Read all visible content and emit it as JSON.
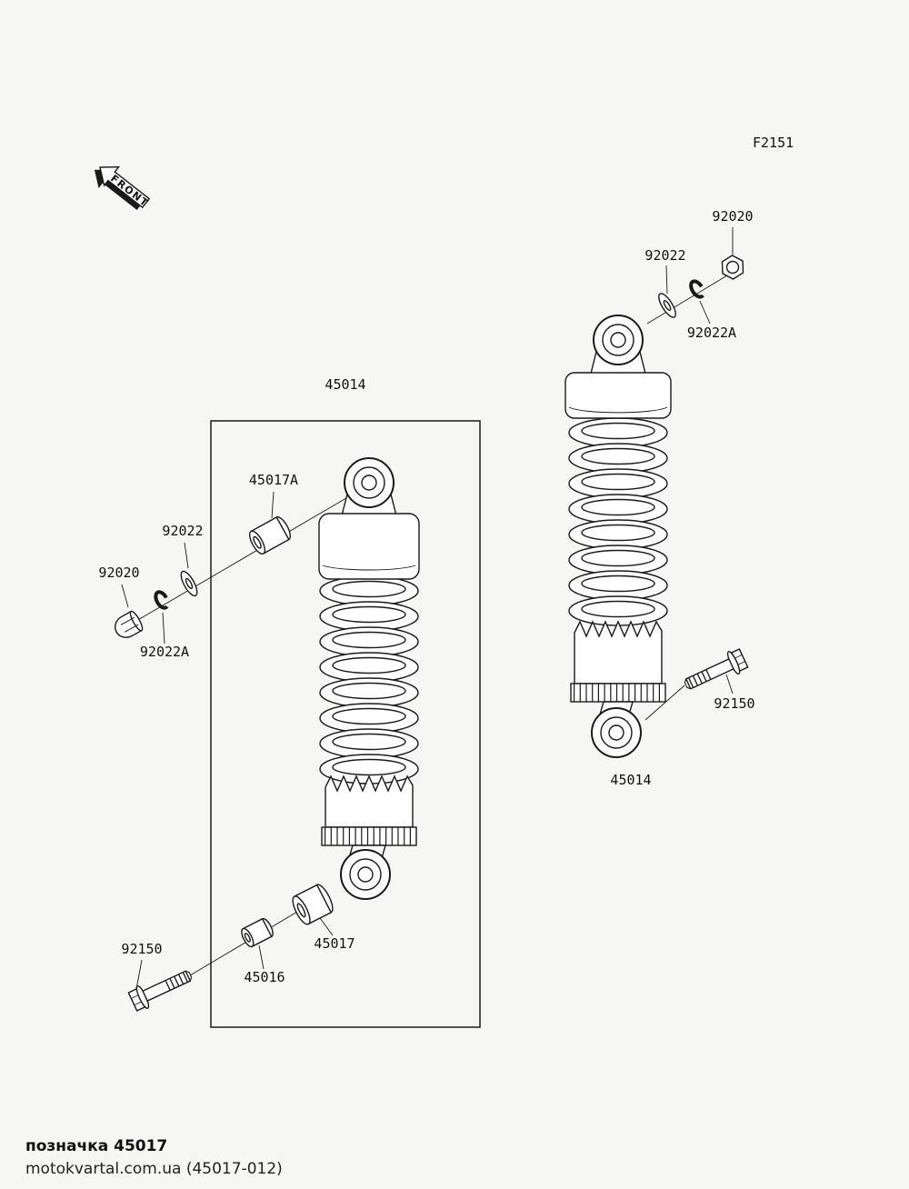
{
  "figure_code": "F2151",
  "front_label": "FRONT",
  "parts": {
    "right": {
      "nut": "92020",
      "washer": "92022",
      "lock_washer": "92022A",
      "bolt": "92150",
      "shock_absorber": "45014"
    },
    "left": {
      "shock_absorber": "45014",
      "collar": "45017A",
      "washer": "92022",
      "nut": "92020",
      "lock_washer": "92022A",
      "damper_bushing": "45017",
      "spacer": "45016",
      "bolt": "92150"
    }
  },
  "footer": {
    "line1": "позначка 45017",
    "line2": "motokvartal.com.ua (45017-012)"
  },
  "colors": {
    "background": "#f6f6f4",
    "line": "#1a1a1a"
  }
}
